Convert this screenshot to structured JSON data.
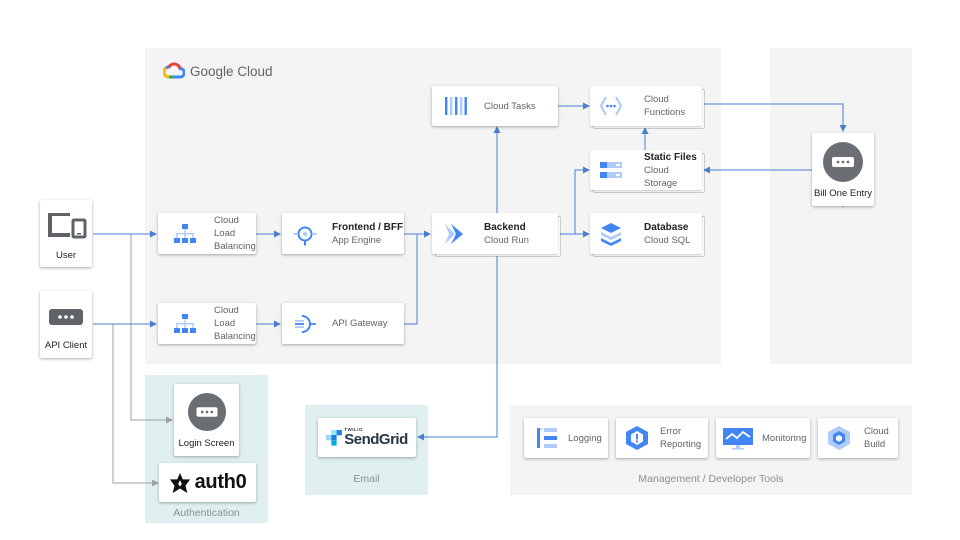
{
  "google_cloud": {
    "label": "Google Cloud"
  },
  "clients": {
    "user": {
      "label": "User"
    },
    "api_client": {
      "label": "API Client"
    }
  },
  "services": {
    "cloud_lb_1": {
      "line1": "Cloud Load",
      "line2": "Balancing"
    },
    "cloud_lb_2": {
      "line1": "Cloud Load",
      "line2": "Balancing"
    },
    "frontend": {
      "line1": "Frontend / BFF",
      "line2": "App Engine"
    },
    "api_gateway": {
      "line1": "API Gateway"
    },
    "cloud_tasks": {
      "line1": "Cloud Tasks"
    },
    "backend": {
      "line1": "Backend",
      "line2": "Cloud Run"
    },
    "cloud_functions": {
      "line1": "Cloud",
      "line2": "Functions"
    },
    "static_files": {
      "line1": "Static Files",
      "line2": "Cloud Storage"
    },
    "database": {
      "line1": "Database",
      "line2": "Cloud SQL"
    }
  },
  "external": {
    "bill_one_entry": {
      "label": "Bill One Entry"
    }
  },
  "authentication": {
    "label": "Authentication",
    "login_screen": {
      "label": "Login Screen"
    },
    "auth0": {
      "label": "auth0"
    }
  },
  "email": {
    "label": "Email",
    "sendgrid": {
      "label": "SendGrid",
      "sublabel": "TWILIO"
    }
  },
  "management": {
    "label": "Management / Developer Tools",
    "logging": {
      "line1": "Logging"
    },
    "error_reporting": {
      "line1": "Error",
      "line2": "Reporting"
    },
    "monitoring": {
      "line1": "Monitoring"
    },
    "cloud_build": {
      "line1": "Cloud",
      "line2": "Build"
    }
  },
  "colors": {
    "connector": "#4a7fd0",
    "gray_connector": "#9aa0a6",
    "gcp_blue": "#4285f4",
    "gcp_light_blue": "#aecbfa"
  }
}
